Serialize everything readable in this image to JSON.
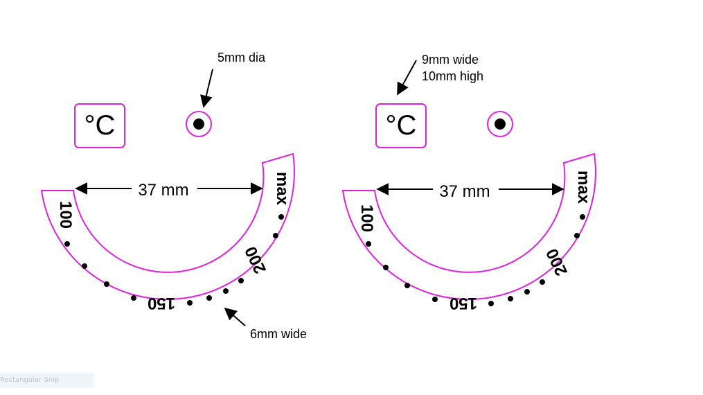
{
  "colors": {
    "outline": "#e020e0",
    "ink": "#000000",
    "background": "#ffffff"
  },
  "unit_symbol": "°C",
  "units": {
    "mm": "mm"
  },
  "left_panel": {
    "dimension_label": "37 mm",
    "hole_note": "5mm dia",
    "band_note": "6mm wide",
    "scale_labels": [
      "100",
      "150",
      "200",
      "max"
    ]
  },
  "right_panel": {
    "dimension_label": "37 mm",
    "box_note_line1": "9mm wide",
    "box_note_line2": "10mm high",
    "scale_labels": [
      "100",
      "150",
      "200",
      "max"
    ]
  },
  "taskbar": {
    "snip_label": "Rectangular Snip"
  }
}
